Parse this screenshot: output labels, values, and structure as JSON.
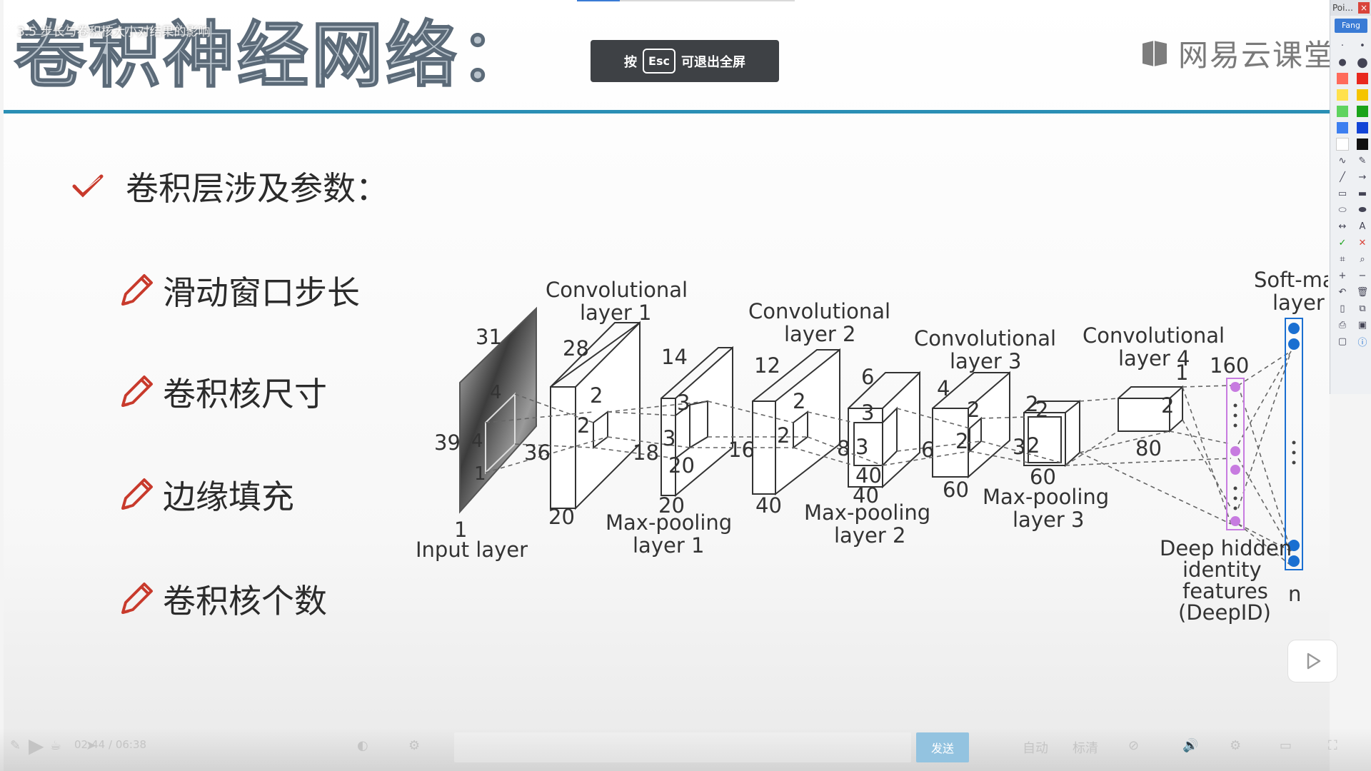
{
  "video": {
    "title": "3.5 步长与卷积核大小对结果的影响",
    "elapsed": "02:44 / 06:38",
    "brand_name": "网易云课堂"
  },
  "fullscreen_toast": {
    "prefix": "按",
    "key": "Esc",
    "suffix": "可退出全屏"
  },
  "slide": {
    "title": "卷积神经网络：",
    "heading": "卷积层涉及参数：",
    "items": [
      "滑动窗口步长",
      "卷积核尺寸",
      "边缘填充",
      "卷积核个数"
    ]
  },
  "diagram": {
    "input": {
      "label": "Input layer",
      "dims": [
        "31",
        "39",
        "1",
        "4",
        "4",
        "1"
      ]
    },
    "conv1": {
      "label1": "Convolutional",
      "label2": "layer 1",
      "dims": [
        "28",
        "36",
        "20",
        "2",
        "2"
      ]
    },
    "pool1": {
      "label1": "Max-pooling",
      "label2": "layer 1",
      "dims": [
        "14",
        "18",
        "20",
        "3",
        "3"
      ]
    },
    "conv2": {
      "label1": "Convolutional",
      "label2": "layer 2",
      "dims": [
        "12",
        "16",
        "40",
        "2",
        "2"
      ]
    },
    "pool2": {
      "label1": "Max-pooling",
      "label2": "layer 2",
      "dims": [
        "6",
        "8",
        "40",
        "3",
        "3"
      ]
    },
    "conv3": {
      "label1": "Convolutional",
      "label2": "layer 3",
      "dims": [
        "4",
        "6",
        "60",
        "2",
        "2"
      ]
    },
    "pool3": {
      "label1": "Max-pooling",
      "label2": "layer 3",
      "dims": [
        "2",
        "3",
        "60",
        "2",
        "2"
      ]
    },
    "conv4": {
      "label1": "Convolutional",
      "label2": "layer 4",
      "dims": [
        "1",
        "2",
        "80"
      ]
    },
    "deepid": {
      "label1": "Deep hidden",
      "label2": "identity",
      "label3": "features",
      "label4": "(DeepID)",
      "dim": "160"
    },
    "softmax": {
      "label1": "Soft-max",
      "label2": "layer",
      "dim": "n"
    }
  },
  "toolbar": {
    "title": "Poi...",
    "mode": "Fang",
    "colors": [
      "#ff6b5b",
      "#e8281e",
      "#ffe14d",
      "#f5c400",
      "#5fd35f",
      "#1aa31a",
      "#3d7ff0",
      "#1244d6",
      "#ffffff",
      "#111111"
    ]
  },
  "bottom": {
    "send": "发送",
    "auto": "自动",
    "quality": "标清"
  },
  "colors": {
    "accent": "#2a8fb5",
    "deepid": "#c77be0",
    "softmax": "#1a6fd1"
  }
}
